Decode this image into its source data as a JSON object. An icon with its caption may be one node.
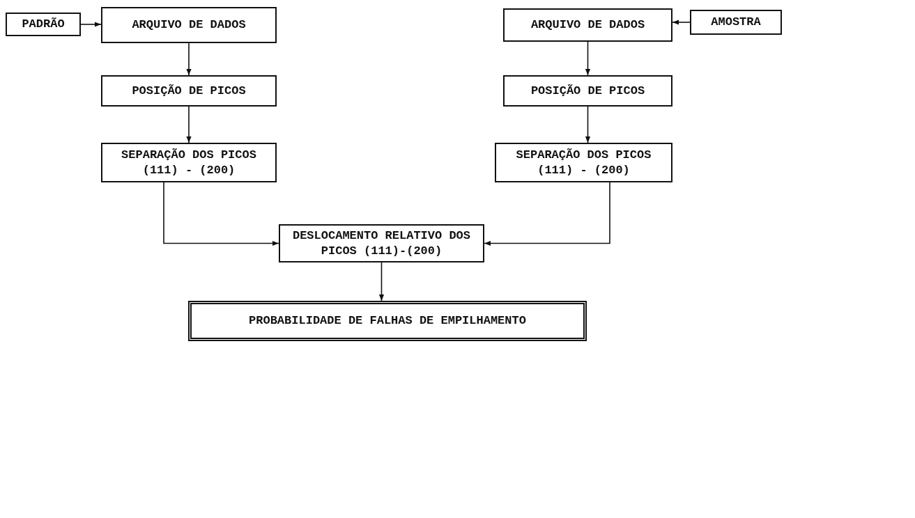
{
  "diagram": {
    "nodes": [
      {
        "text": [
          "PADRÃO"
        ]
      },
      {
        "text": [
          "ARQUIVO DE DADOS"
        ]
      },
      {
        "text": [
          "ARQUIVO DE DADOS"
        ]
      },
      {
        "text": [
          "AMOSTRA"
        ]
      },
      {
        "text": [
          "POSIÇÃO DE PICOS"
        ]
      },
      {
        "text": [
          "POSIÇÃO DE PICOS"
        ]
      },
      {
        "text": [
          "SEPARAÇÃO DOS PICOS (111) - (200)"
        ]
      },
      {
        "text": [
          "SEPARAÇÃO DOS PICOS (111) - (200)"
        ]
      },
      {
        "text": [
          "DESLOCAMENTO RELATIVO DOS PICOS (111)-(200)"
        ]
      },
      {
        "text": [
          "PROBABILIDADE DE FALHAS DE EMPILHAMENTO"
        ]
      }
    ],
    "edges": [
      {
        "from": 0,
        "to": 1,
        "arrow": "to"
      },
      {
        "from": 3,
        "to": 2,
        "arrow": "to"
      },
      {
        "from": 1,
        "to": 4,
        "arrow": "to"
      },
      {
        "from": 2,
        "to": 5,
        "arrow": "to"
      },
      {
        "from": 4,
        "to": 6,
        "arrow": "to"
      },
      {
        "from": 5,
        "to": 7,
        "arrow": "to"
      },
      {
        "from": 6,
        "to": 8,
        "arrow": "to"
      },
      {
        "from": 7,
        "to": 8,
        "arrow": "to"
      },
      {
        "from": 8,
        "to": 9,
        "arrow": "to"
      }
    ]
  }
}
